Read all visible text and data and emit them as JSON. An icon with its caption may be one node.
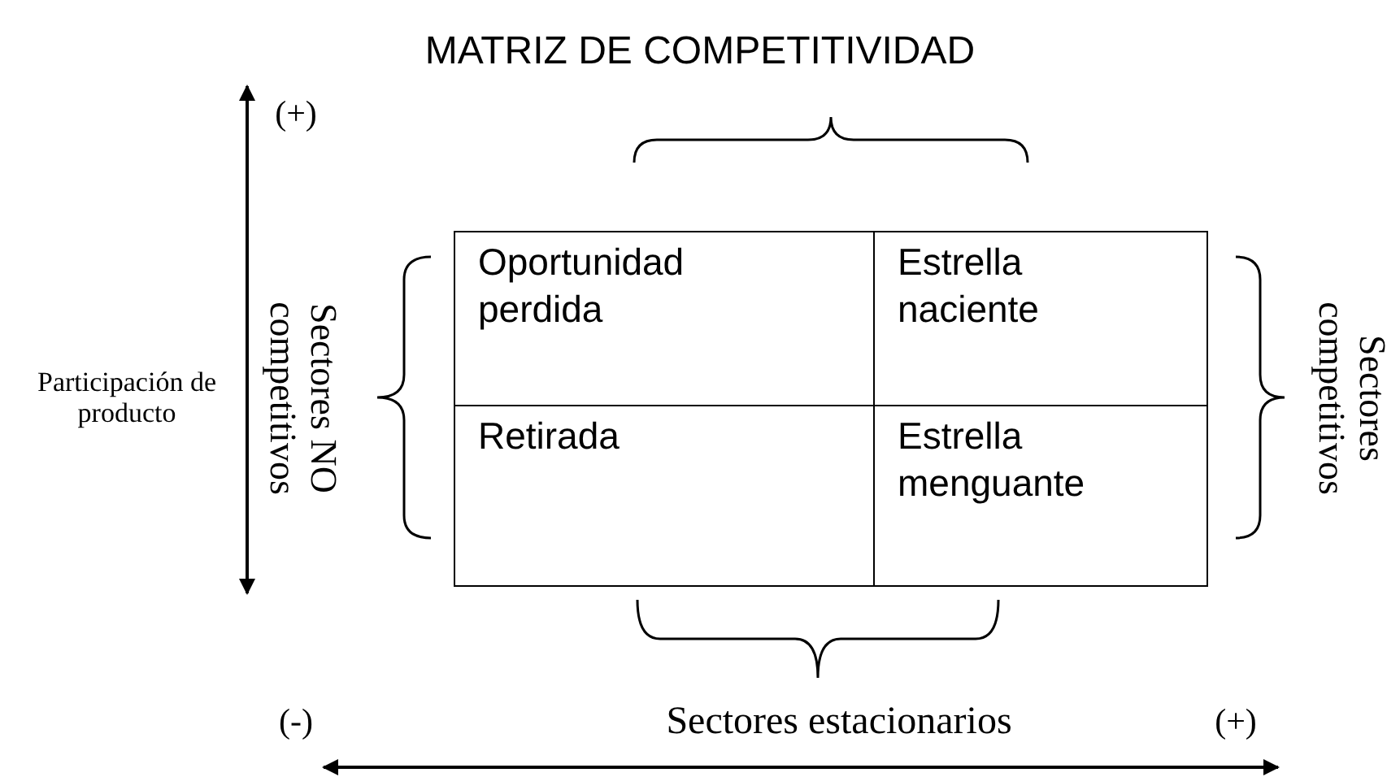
{
  "diagram": {
    "title": "MATRIZ DE COMPETITIVIDAD",
    "nodes": [
      {
        "text": [
          "Oportunidad perdida"
        ]
      },
      {
        "text": [
          "Estrella naciente"
        ]
      },
      {
        "text": [
          "Retirada"
        ]
      },
      {
        "text": [
          "Estrella menguante"
        ]
      }
    ],
    "labels": [
      "(+)",
      "Sectores NO competitivos",
      "Participación de producto",
      "Sectores competitivos",
      "(-)",
      "Sectores estacionarios",
      "(+)"
    ]
  }
}
